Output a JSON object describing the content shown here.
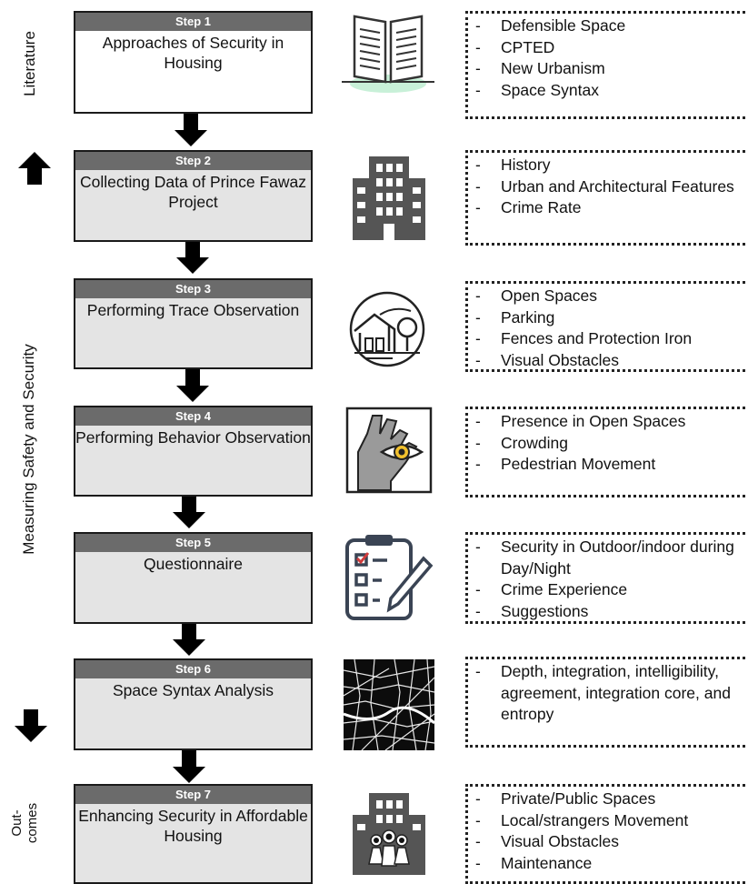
{
  "side_labels": {
    "literature": "Literature",
    "measuring": "Measuring Safety and Security",
    "outcomes_1": "Out-",
    "outcomes_2": "comes"
  },
  "steps": [
    {
      "header": "Step 1",
      "title": "Approaches of Security in Housing",
      "icon": "open-book-icon",
      "details": [
        "Defensible Space",
        "CPTED",
        "New Urbanism",
        "Space Syntax"
      ]
    },
    {
      "header": "Step 2",
      "title": "Collecting Data of Prince Fawaz Project",
      "icon": "building-icon",
      "details": [
        "History",
        "Urban and Architectural Features",
        "Crime Rate"
      ]
    },
    {
      "header": "Step 3",
      "title": "Performing Trace Observation",
      "icon": "landscape-circle-icon",
      "details": [
        "Open Spaces",
        "Parking",
        "Fences and Protection Iron",
        "Visual Obstacles"
      ]
    },
    {
      "header": "Step 4",
      "title": "Performing Behavior Observation",
      "icon": "hand-eye-icon",
      "details": [
        "Presence in Open Spaces",
        "Crowding",
        "Pedestrian Movement"
      ]
    },
    {
      "header": "Step 5",
      "title": "Questionnaire",
      "icon": "clipboard-checklist-icon",
      "details": [
        "Security in Outdoor/indoor during Day/Night",
        "Crime Experience",
        "Suggestions"
      ]
    },
    {
      "header": "Step 6",
      "title": "Space Syntax Analysis",
      "icon": "street-map-icon",
      "details": [
        "Depth, integration, intelligibility, agreement, integration core, and entropy"
      ]
    },
    {
      "header": "Step 7",
      "title": "Enhancing Security in Affordable Housing",
      "icon": "building-people-icon",
      "details": [
        "Private/Public Spaces",
        "Local/strangers Movement",
        "Visual Obstacles",
        "Maintenance"
      ]
    }
  ],
  "dash": "-"
}
